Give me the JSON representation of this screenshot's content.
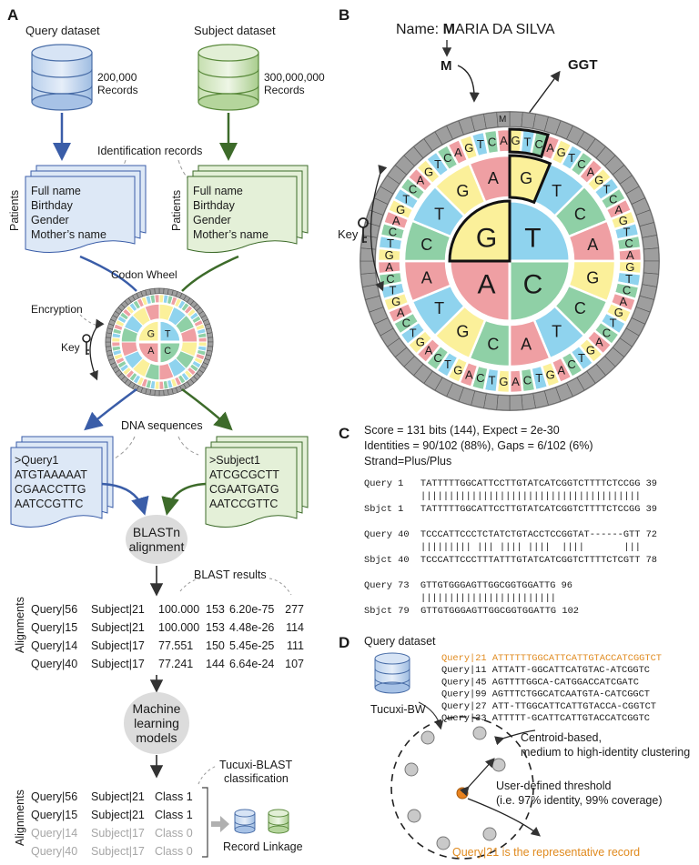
{
  "panels": {
    "a": "A",
    "b": "B",
    "c": "C",
    "d": "D"
  },
  "a": {
    "query_dataset": "Query dataset",
    "subject_dataset": "Subject dataset",
    "query_records": [
      "200,000",
      "Records"
    ],
    "subject_records": [
      "300,000,000",
      "Records"
    ],
    "identification_records": "Identification records",
    "patients": "Patients",
    "fields": [
      "Full name",
      "Birthday",
      "Gender",
      "Mother’s name"
    ],
    "codon_wheel": "Codon Wheel",
    "encryption": "Encryption",
    "key": "Key",
    "dna_sequences": "DNA sequences",
    "query_seq": [
      ">Query1",
      "ATGTAAAAAT",
      "CGAACCTTG",
      "AATCCGTTC"
    ],
    "subject_seq": [
      ">Subject1",
      "ATCGCGCTT",
      "CGAATGATG",
      "AATCCGTTC"
    ],
    "blast": [
      "BLASTn",
      "alignment"
    ],
    "blast_results": "BLAST results",
    "alignments": "Alignments",
    "rows": [
      [
        "Query|56",
        "Subject|21",
        "100.000",
        "153",
        "6.20e-75",
        "277"
      ],
      [
        "Query|15",
        "Subject|21",
        "100.000",
        "153",
        "4.48e-26",
        "114"
      ],
      [
        "Query|14",
        "Subject|17",
        "77.551",
        "150",
        "5.45e-25",
        "111"
      ],
      [
        "Query|40",
        "Subject|17",
        "77.241",
        "144",
        "6.64e-24",
        "107"
      ]
    ],
    "ml": [
      "Machine",
      "learning",
      "models"
    ],
    "classification": [
      "Tucuxi-BLAST",
      "classification"
    ],
    "class_rows": [
      [
        "Query|56",
        "Subject|21",
        "Class 1"
      ],
      [
        "Query|15",
        "Subject|21",
        "Class 1"
      ],
      [
        "Query|14",
        "Subject|17",
        "Class 0"
      ],
      [
        "Query|40",
        "Subject|17",
        "Class 0"
      ]
    ],
    "record_linkage": "Record Linkage",
    "wheel_inner": [
      "G",
      "T",
      "A",
      "C"
    ]
  },
  "b": {
    "name_label": "Name: ",
    "name_first": "M",
    "name_rest": "ARIA DA SILVA",
    "m": "M",
    "ggt": "GGT",
    "key": "Key",
    "inner": [
      "G",
      "T",
      "A",
      "C"
    ],
    "middle": [
      "G",
      "T",
      "C",
      "A",
      "G",
      "C",
      "T",
      "A",
      "C",
      "G",
      "T",
      "A",
      "C",
      "T",
      "G",
      "A"
    ],
    "outer": [
      "G",
      "T",
      "C",
      "A",
      "G",
      "T",
      "C",
      "A",
      "G",
      "T",
      "C",
      "A",
      "G",
      "T",
      "C",
      "A",
      "G",
      "T",
      "C",
      "A",
      "G",
      "T",
      "C",
      "A",
      "G",
      "T",
      "C",
      "A",
      "G",
      "T",
      "C",
      "A",
      "G",
      "T",
      "C",
      "A",
      "G",
      "T",
      "C",
      "A",
      "G",
      "T",
      "C",
      "A",
      "G",
      "T",
      "C",
      "A",
      "G",
      "T",
      "C",
      "A",
      "G",
      "T",
      "C",
      "A",
      "G",
      "T",
      "C",
      "A",
      "G",
      "T",
      "C",
      "A"
    ],
    "ring_m": "M"
  },
  "c": {
    "stats": [
      "Score = 131 bits (144),   Expect = 2e-30",
      "Identities = 90/102 (88%), Gaps = 6/102 (6%)",
      "Strand=Plus/Plus"
    ],
    "blocks": [
      [
        "Query 1   TATTTTTGGCATTCCTTGTATCATCGGTCTTTTCTCCGG 39",
        "          |||||||||||||||||||||||||||||||||||||||",
        "Sbjct 1   TATTTTTGGCATTCCTTGTATCATCGGTCTTTTCTCCGG 39"
      ],
      [
        "Query 40  TCCCATTCCCTCTATCTGTACCTCCGGTAT------GTT 72",
        "          ||||||||| ||| |||| ||||  ||||       |||",
        "Sbjct 40  TCCCATTCCCTTTATTTGTATCATCGGTCTTTTCTCGTT 78"
      ],
      [
        "Query 73  GTTGTGGGAGTTGGCGGTGGATTG 96",
        "          ||||||||||||||||||||||||",
        "Sbjct 79  GTTGTGGGAGTTGGCGGTGGATTG 102"
      ]
    ]
  },
  "d": {
    "query_dataset": "Query dataset",
    "tool": "Tucuxi-BW",
    "seqs": [
      "Query|21 ATTTTTTGGCATTCATTGTACCATCGGTCT",
      "Query|11 ATTATT-GGCATTCATGTAC-ATCGGTC",
      "Query|45 AGTTTTGGCA-CATGGACCATCGATC",
      "Query|99 AGTTTCTGGCATCAATGTA-CATCGGCT",
      "Query|27 ATT-TTGGCATTCATTGTACCA-CGGTCT",
      "Query|33 ATTTTT-GCATTCATTGTACCATCGGTC"
    ],
    "centroid": [
      "Centroid-based,",
      "medium to high-identity clustering"
    ],
    "threshold": [
      "User-defined threshold",
      "(i.e. 97% identity, 99% coverage)"
    ],
    "representative": "Query|21 is the representative record"
  },
  "colors": {
    "A": "#ef9fa3",
    "C": "#8fd0a6",
    "G": "#fbf09a",
    "T": "#8fd3ee",
    "query_blue": "#3a5da8",
    "subject_green": "#3d6b2a",
    "orange": "#e08a1e"
  }
}
